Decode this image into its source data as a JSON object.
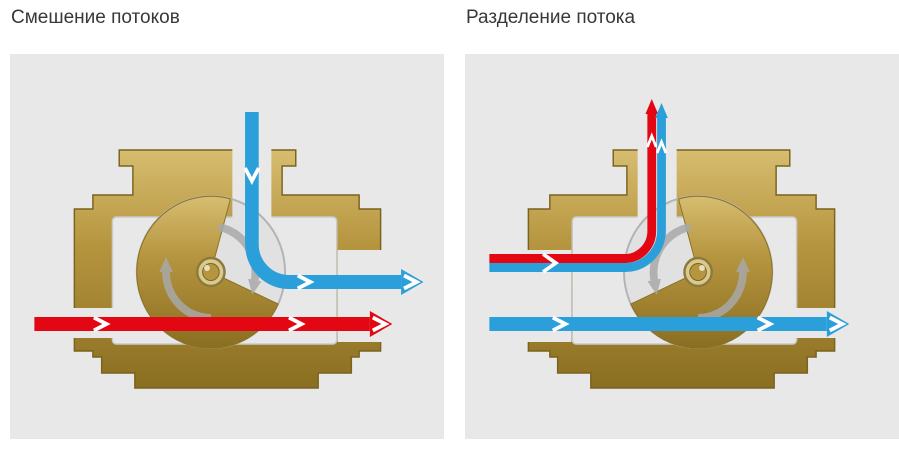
{
  "panels": [
    {
      "title": "Смешение потоков",
      "flows": [
        {
          "name": "cold-flow",
          "direction": "top-inlet-to-right-outlet",
          "color": "#2b9fd9"
        },
        {
          "name": "hot-flow",
          "direction": "left-inlet-to-right-outlet",
          "color": "#e30613"
        }
      ]
    },
    {
      "title": "Разделение потока",
      "flows": [
        {
          "name": "hot-flow",
          "direction": "left-inlet-to-top-outlet",
          "color": "#e30613"
        },
        {
          "name": "cold-flow",
          "direction": "left-inlet-to-top-and-right-outlets",
          "color": "#2b9fd9"
        }
      ]
    }
  ],
  "colors": {
    "hot_flow": "#e30613",
    "cold_flow": "#2b9fd9",
    "chevron": "#ffffff",
    "brass_light": "#d6bd70",
    "brass_mid": "#b6953f",
    "brass_dark": "#8a6e21",
    "panel_background": "#e8e8e8",
    "page_background": "#ffffff",
    "title_text": "#383838",
    "rotation_arrow": "#a8a8a8",
    "seat_outline": "#b3b3b3"
  }
}
